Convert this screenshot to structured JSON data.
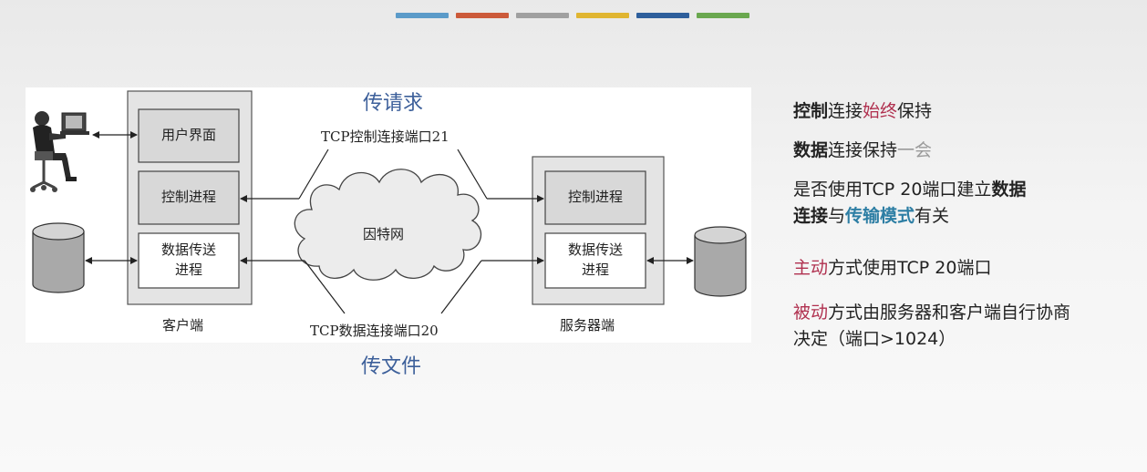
{
  "bar_colors": [
    "#5b9bc9",
    "#cc5a3a",
    "#a0a0a0",
    "#e0b531",
    "#2e5f9c",
    "#6aa84f"
  ],
  "diagram": {
    "top_handwritten": "传请求",
    "control_conn_label": "TCP控制连接端口21",
    "internet": "因特网",
    "data_conn_label": "TCP数据连接端口20",
    "bottom_handwritten": "传文件",
    "client": {
      "ui": "用户界面",
      "control": "控制进程",
      "data_line1": "数据传送",
      "data_line2": "进程",
      "label": "客户端"
    },
    "server": {
      "control": "控制进程",
      "data_line1": "数据传送",
      "data_line2": "进程",
      "label": "服务器端"
    }
  },
  "notes": {
    "line1": {
      "a": "控制",
      "b": "连接",
      "c": "始终",
      "d": "保持"
    },
    "line2": {
      "a": "数据",
      "b": "连接保持",
      "c": "一会"
    },
    "line3": {
      "a": "是否使用TCP 20端口建立",
      "b": "数据"
    },
    "line4": {
      "a": "连接",
      "b": "与",
      "c": "传输模式",
      "d": "有关"
    },
    "line5": {
      "a": "主动",
      "b": "方式使用TCP 20端口"
    },
    "line6": {
      "a": "被动",
      "b": "方式由服务器和客户端自行协商"
    },
    "line7": "决定（端口>1024）"
  }
}
